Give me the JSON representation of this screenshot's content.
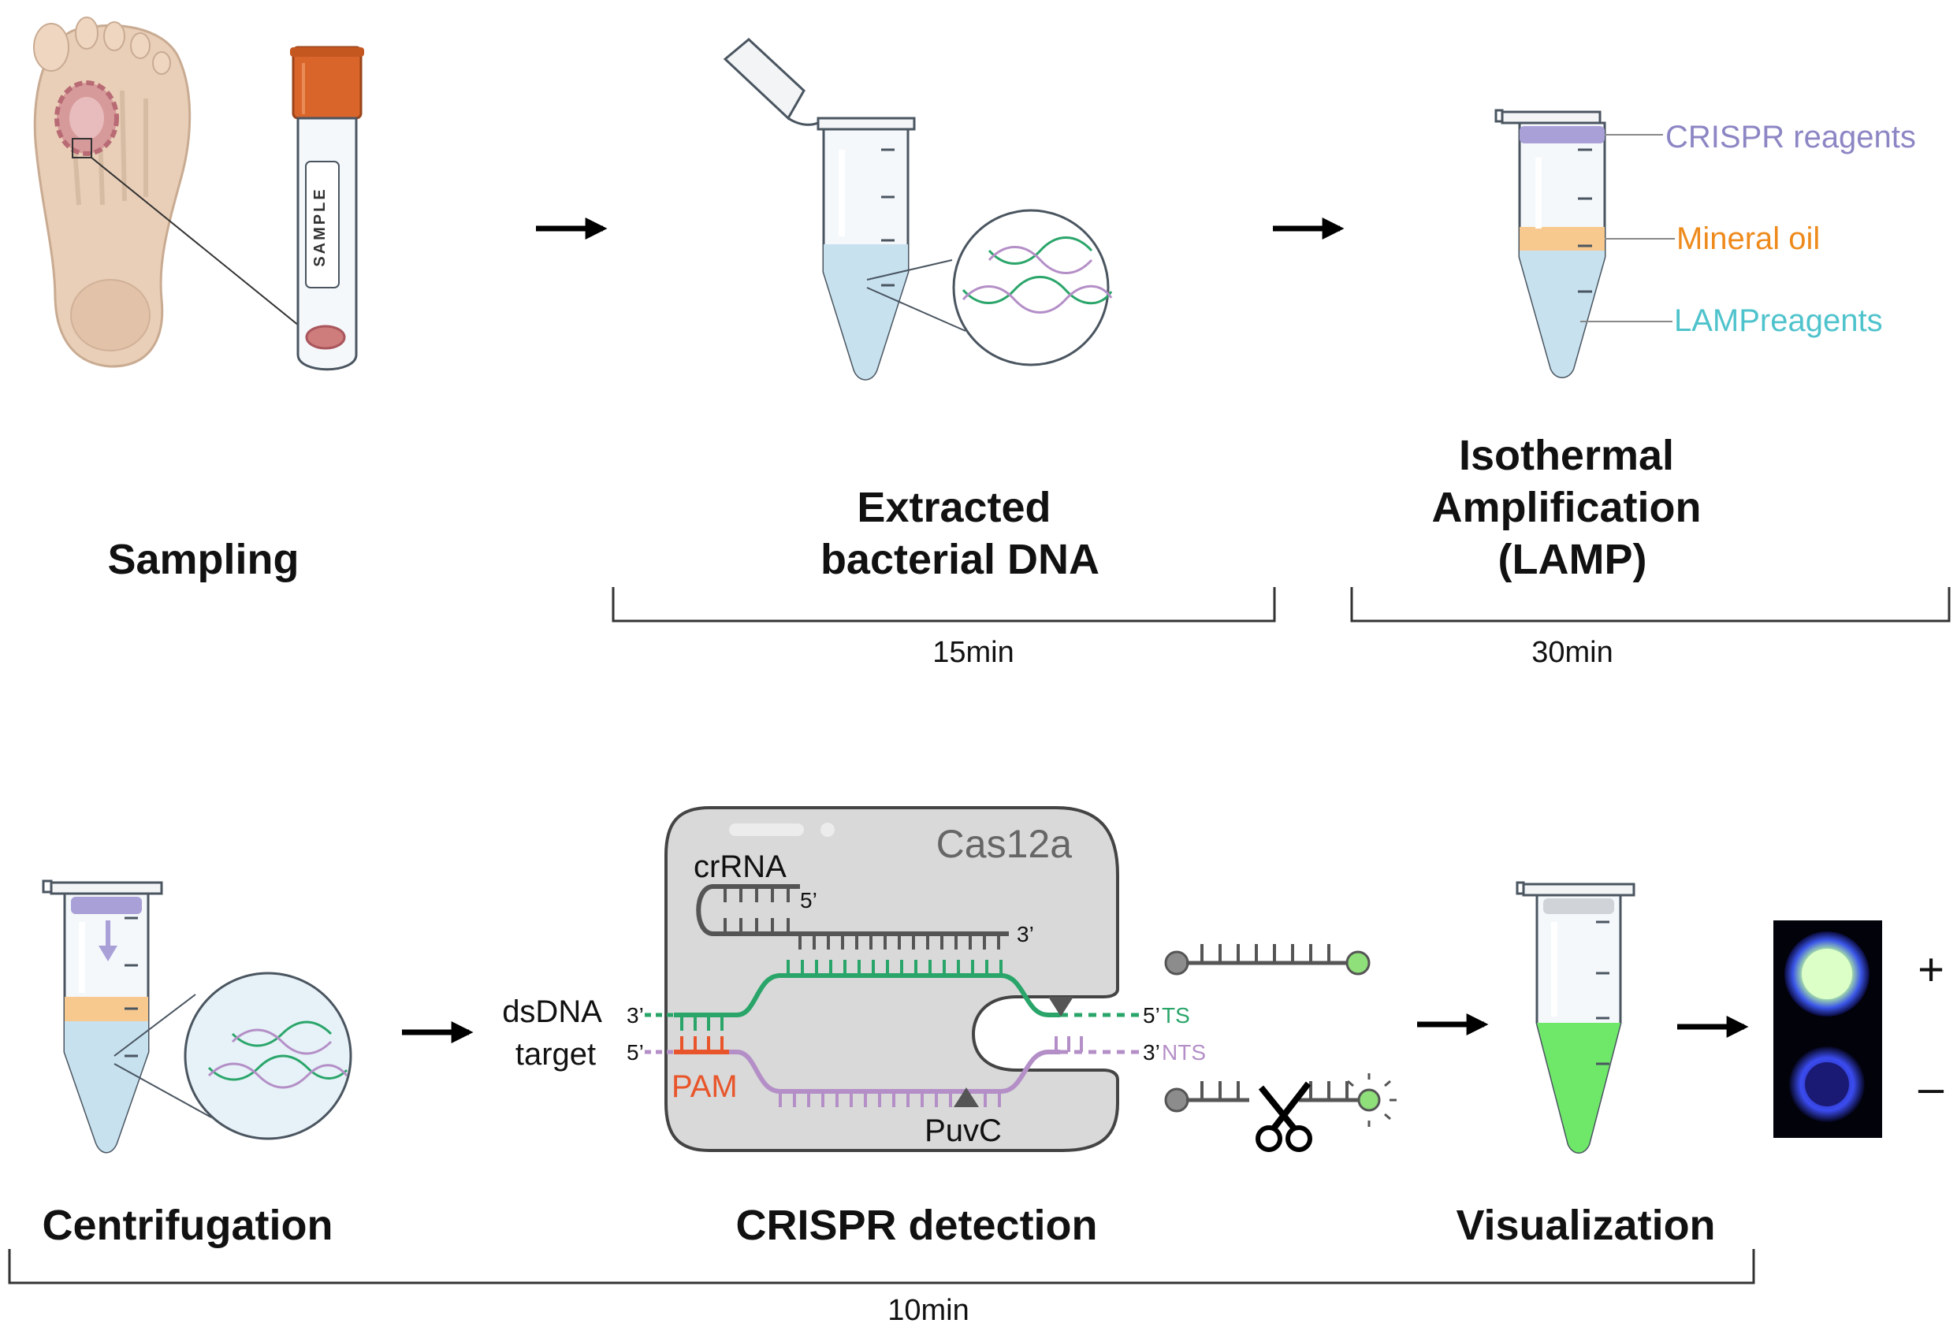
{
  "steps": {
    "sampling": "Sampling",
    "extraction_line1": "Extracted",
    "extraction_line2": "bacterial DNA",
    "lamp_line1": "Isothermal",
    "lamp_line2": "Amplification",
    "lamp_line3": "(LAMP)",
    "centrifugation": "Centrifugation",
    "crispr": "CRISPR detection",
    "visualization": "Visualization"
  },
  "durations": {
    "extraction": "15min",
    "lamp": "30min",
    "detection": "10min"
  },
  "tube_labels": {
    "crispr_reagents": "CRISPR reagents",
    "mineral_oil": "Mineral oil",
    "lamp_reagents": "LAMPreagents"
  },
  "sample_tube_label": "SAMPLE",
  "cas12a": {
    "protein": "Cas12a",
    "crrna": "crRNA",
    "crrna_5": "5’",
    "crrna_3": "3’",
    "target_line1": "dsDNA",
    "target_line2": "target",
    "left_3": "3’",
    "left_5": "5’",
    "pam": "PAM",
    "ruvc": "PuvC",
    "ts_end": "5’",
    "ts": "TS",
    "nts_end": "3’",
    "nts": "NTS"
  },
  "results": {
    "positive": "+",
    "negative": "–"
  },
  "colors": {
    "ts_strand": "#2aa56a",
    "nts_strand": "#b48fc7",
    "pam": "#e8552a",
    "crispr_layer": "#a9a0d8",
    "crispr_text": "#8c86c4",
    "oil_layer": "#f8c98f",
    "oil_text": "#ee8a1c",
    "lamp_text": "#4fc3cc",
    "liquid": "#c7e1ef",
    "positive_tube": "#6fe86a",
    "cap_orange": "#d9652b"
  }
}
